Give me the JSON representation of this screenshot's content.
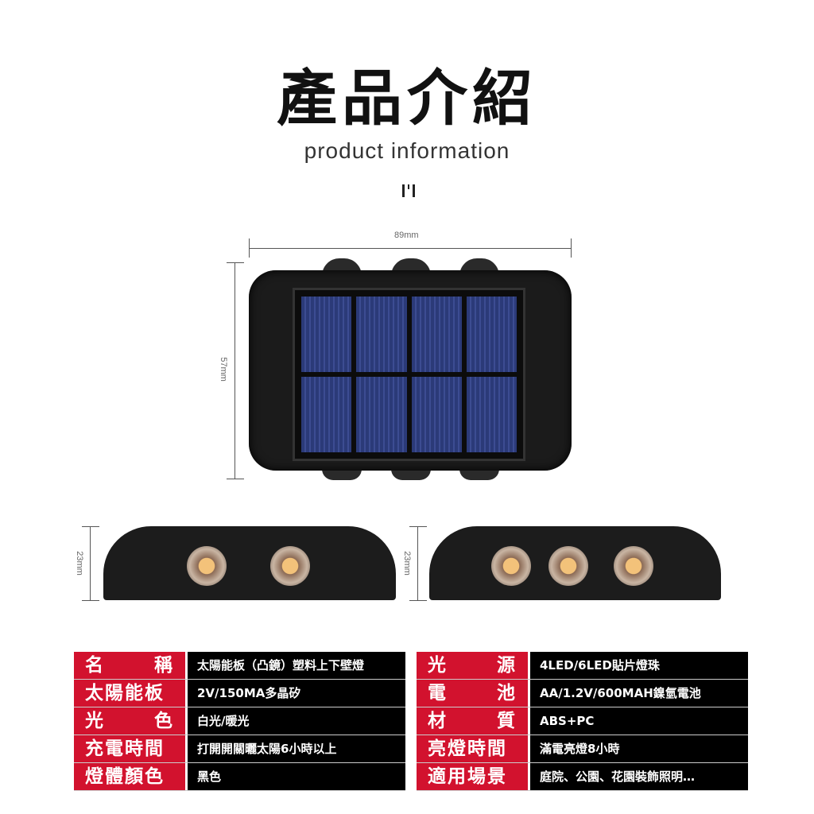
{
  "header": {
    "title": "產品介紹",
    "subtitle": "product information"
  },
  "dimensions": {
    "width": "89mm",
    "height": "57mm",
    "depth_left": "23mm",
    "depth_right": "23mm"
  },
  "specs_left": [
    {
      "label": "名　稱",
      "value": "太陽能板（凸鏡）塑料上下壁燈"
    },
    {
      "label": "太陽能板",
      "value": "2V/150MA多晶矽"
    },
    {
      "label": "光　色",
      "value": "白光/暖光"
    },
    {
      "label": "充電時間",
      "value": "打開開關曬太陽6小時以上"
    },
    {
      "label": "燈體顏色",
      "value": "黑色"
    }
  ],
  "specs_right": [
    {
      "label": "光　源",
      "value": "4LED/6LED貼片燈珠"
    },
    {
      "label": "電　池",
      "value": "AA/1.2V/600MAH鎳氫電池"
    },
    {
      "label": "材　質",
      "value": "ABS+PC"
    },
    {
      "label": "亮燈時間",
      "value": "滿電亮燈8小時"
    },
    {
      "label": "適用場景",
      "value": "庭院、公園、花園裝飾照明…"
    }
  ],
  "colors": {
    "label_bg": "#d2122e",
    "value_bg": "#000000"
  }
}
